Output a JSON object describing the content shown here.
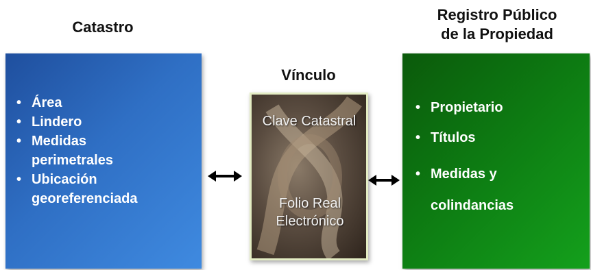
{
  "left": {
    "title": "Catastro",
    "items": [
      "Área",
      "Lindero",
      "Medidas perimetrales",
      "Ubicación georeferenciada"
    ],
    "color_top": "#1f4f9e",
    "color_bottom": "#3f8ae0"
  },
  "middle": {
    "title": "Vínculo",
    "text_top": "Clave Catastral",
    "text_bottom": "Folio Real Electrónico",
    "image": "chain-link-photo"
  },
  "right": {
    "title_line1": "Registro Público",
    "title_line2": "de la Propiedad",
    "items": [
      "Propietario",
      "Títulos",
      "Medidas y colindancias"
    ],
    "color_top": "#0b5a0b",
    "color_bottom": "#14a01c"
  },
  "bullet": "•",
  "arrows": [
    "double-arrow-icon",
    "double-arrow-icon"
  ]
}
